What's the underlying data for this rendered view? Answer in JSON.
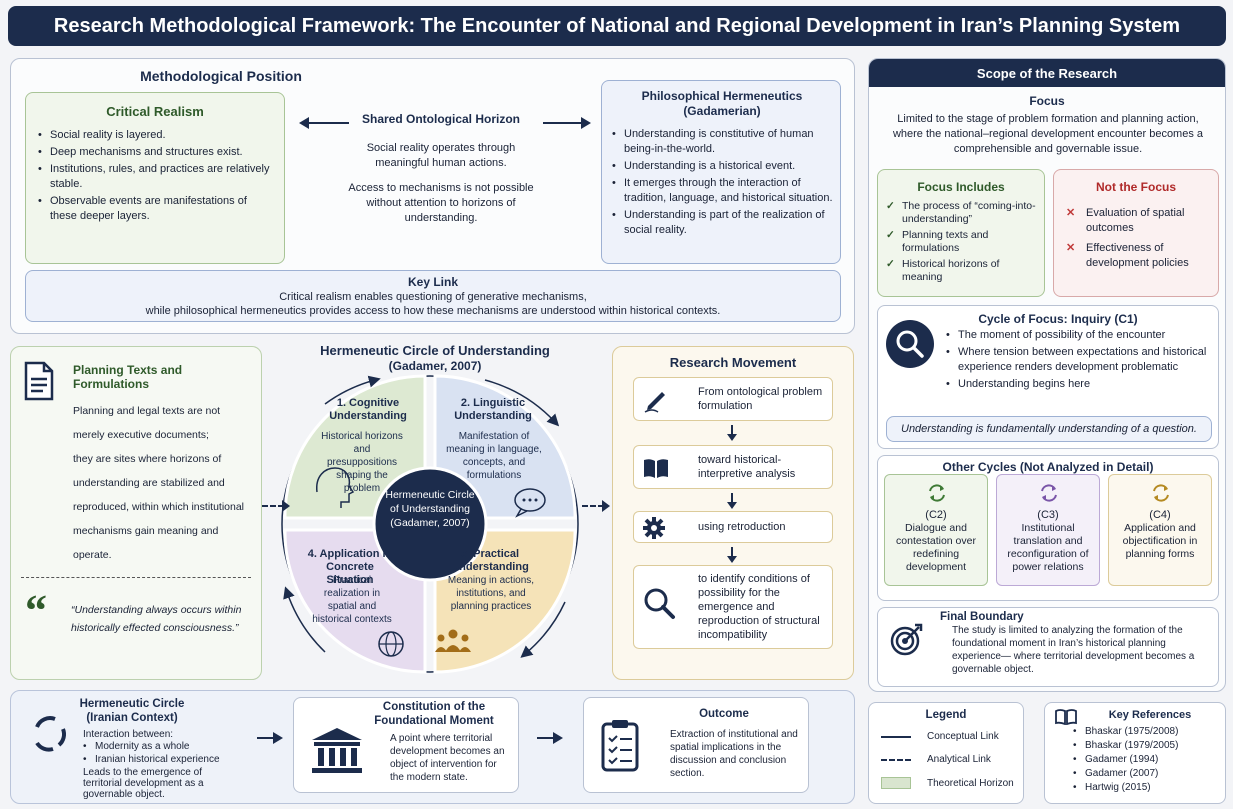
{
  "title": "Research Methodological Framework: The Encounter of National and Regional Development in Iran’s Planning System",
  "methodological_position": {
    "heading": "Methodological Position",
    "critical_realism": {
      "heading": "Critical Realism",
      "items": [
        "Social reality is layered.",
        "Deep mechanisms and structures exist.",
        "Institutions, rules, and practices are relatively stable.",
        "Observable events are manifestations of these deeper layers."
      ]
    },
    "shared": {
      "heading": "Shared Ontological Horizon",
      "p1": "Social reality operates through meaningful human actions.",
      "p2": "Access to mechanisms is not possible without attention to horizons of understanding."
    },
    "hermeneutics": {
      "heading": "Philosophical Hermeneutics (Gadamerian)",
      "items": [
        "Understanding is constitutive of human being-in-the-world.",
        "Understanding is a historical event.",
        "It emerges through the interaction of tradition, language, and historical situation.",
        "Understanding is part of the realization of social reality."
      ]
    },
    "key_link": {
      "heading": "Key Link",
      "line1": "Critical realism enables questioning of generative mechanisms,",
      "line2": "while philosophical hermeneutics provides access to how these mechanisms are understood within historical contexts."
    }
  },
  "scope": {
    "heading": "Scope of the Research",
    "focus_heading": "Focus",
    "focus_text": "Limited to the stage of problem formation and planning action, where the national–regional development encounter becomes a comprehensible and governable issue.",
    "includes": {
      "heading": "Focus Includes",
      "items": [
        "The process of “coming-into-understanding”",
        "Planning texts and formulations",
        "Historical horizons of meaning"
      ]
    },
    "not_focus": {
      "heading": "Not the Focus",
      "items": [
        "Evaluation of spatial outcomes",
        "Effectiveness of development policies"
      ]
    },
    "cycle_focus": {
      "heading": "Cycle of Focus: Inquiry (C1)",
      "items": [
        "The moment of possibility of the encounter",
        "Where tension between expectations and historical experience renders development problematic",
        "Understanding begins here"
      ],
      "quote": "Understanding is fundamentally understanding of a question."
    },
    "other_cycles": {
      "heading": "Other Cycles (Not Analyzed in Detail)",
      "cycles": [
        {
          "code": "(C2)",
          "desc": "Dialogue and contestation over redefining development"
        },
        {
          "code": "(C3)",
          "desc": "Institutional translation and reconfiguration of power relations"
        },
        {
          "code": "(C4)",
          "desc": "Application and objectification in planning forms"
        }
      ]
    },
    "final_boundary": {
      "heading": "Final Boundary",
      "text": "The study is limited to analyzing the formation of the foundational moment in Iran’s historical planning experience— where territorial development becomes a governable object."
    }
  },
  "planning_texts": {
    "heading": "Planning Texts and Formulations",
    "p1": "Planning and legal texts are not merely executive documents;",
    "p2": "they are sites where horizons of understanding are stabilized and reproduced, within which institutional mechanisms gain meaning and operate.",
    "quote": "“Understanding always occurs within historically effected consciousness.”"
  },
  "circle": {
    "heading": "Hermeneutic Circle of Understanding",
    "subheading": "(Gadamer, 2007)",
    "center": "Hermeneutic Circle of Understanding (Gadamer, 2007)",
    "q1": {
      "title": "1. Cognitive Understanding",
      "desc": "Historical horizons and presuppositions shaping the problem"
    },
    "q2": {
      "title": "2. Linguistic Understanding",
      "desc": "Manifestation of meaning in language, concepts, and formulations"
    },
    "q3": {
      "title": "3. Practical Understanding",
      "desc": "Meaning in actions, institutions, and planning practices"
    },
    "q4": {
      "title": "4. Application in Concrete Situation",
      "desc": "Practical realization in spatial and historical contexts"
    }
  },
  "movement": {
    "heading": "Research Movement",
    "steps": [
      "From ontological problem formulation",
      "toward historical-interpretive analysis",
      "using retroduction",
      "to identify conditions of possibility for the emergence and reproduction of structural incompatibility"
    ]
  },
  "bottom": {
    "circle": {
      "heading": "Hermeneutic Circle (Iranian Context)",
      "intro": "Interaction between:",
      "items": [
        "Modernity as a whole",
        "Iranian historical experience"
      ],
      "outro": "Leads to the emergence of territorial development as a governable object."
    },
    "foundational": {
      "heading": "Constitution of the Foundational Moment",
      "text": "A point where territorial development becomes an object of intervention for the modern state."
    },
    "outcome": {
      "heading": "Outcome",
      "text": "Extraction of institutional and spatial implications in the discussion and conclusion section."
    }
  },
  "legend": {
    "heading": "Legend",
    "items": [
      "Conceptual Link",
      "Analytical Link",
      "Theoretical Horizon"
    ]
  },
  "references": {
    "heading": "Key References",
    "items": [
      "Bhaskar (1975/2008)",
      "Bhaskar (1979/2005)",
      "Gadamer (1994)",
      "Gadamer (2007)",
      "Hartwig (2015)"
    ]
  },
  "colors": {
    "navy": "#1c2c4c",
    "green": "#f1f6ec",
    "blue": "#eef2fa",
    "cream": "#fcf8ee",
    "purple": "#f4f0f9",
    "red": "#fbf1f1"
  },
  "icons": [
    "document-icon",
    "quote-icon",
    "search-icon",
    "cycle-arrows-icon",
    "target-icon",
    "pen-icon",
    "book-icon",
    "gear-icon",
    "bank-icon",
    "clipboard-icon",
    "globe-icon",
    "people-icon",
    "head-icon",
    "chat-icon"
  ]
}
